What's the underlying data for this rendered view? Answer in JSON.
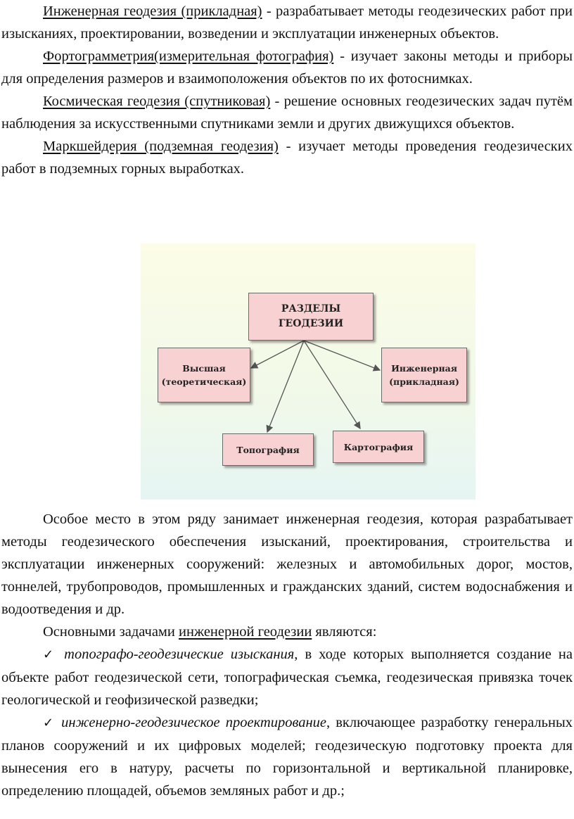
{
  "definitions": [
    {
      "term": "Инженерная геодезия (прикладная)",
      "text": " - разрабатывает методы геодезических работ при изысканиях, проектировании, возведении и эксплуатации инженерных объектов."
    },
    {
      "term": "Фортограмметрия(измерительная фотография)",
      "text": " - изучает законы методы и приборы для определения размеров и взаимоположения объектов по их фотоснимках."
    },
    {
      "term": "Космическая геодезия (спутниковая)",
      "text": " - решение основных геодезических задач путём наблюдения за искусственными спутниками земли и других движущихся объектов."
    },
    {
      "term": "Маркшейдерия (подземная геодезия)",
      "text": " - изучает методы проведения геодезических работ в подземных горных выработках."
    }
  ],
  "diagram": {
    "root": "РАЗДЕЛЫ ГЕОДЕЗИИ",
    "left": "Высшая (теоретическая)",
    "right": "Инженерная (прикладная)",
    "bottom_left": "Топография",
    "bottom_right": "Картография"
  },
  "body_paragraph": "Особое место в этом ряду занимает инженерная геодезия, которая разрабатывает методы геодезического обеспечения изысканий, проектирования, строительства и эксплуатации инженерных сооружений: железных и автомобильных дорог, мостов, тоннелей, трубопроводов, промышленных и гражданских зданий, систем водоснабжения и водоотведения и др.",
  "tasks_intro": {
    "before": "Основными задачами ",
    "link": "инженерной геодезии",
    "after": " являются:"
  },
  "tasks": [
    {
      "mark": "✓",
      "title": "топографо-геодезические изыскания",
      "text": ", в ходе которых выполняется создание на объекте работ геодезической сети, топографическая съемка, геодезическая привязка точек геологической и геофизической разведки;"
    },
    {
      "mark": "✓",
      "title": "инженерно-геодезическое проектирование",
      "text": ", включающее разработку генеральных планов сооружений и их цифровых моделей; геодезическую подготовку проекта для вынесения его в натуру, расчеты по горизонтальной и вертикальной планировке, определению площадей, объемов земляных работ и др.;"
    }
  ]
}
